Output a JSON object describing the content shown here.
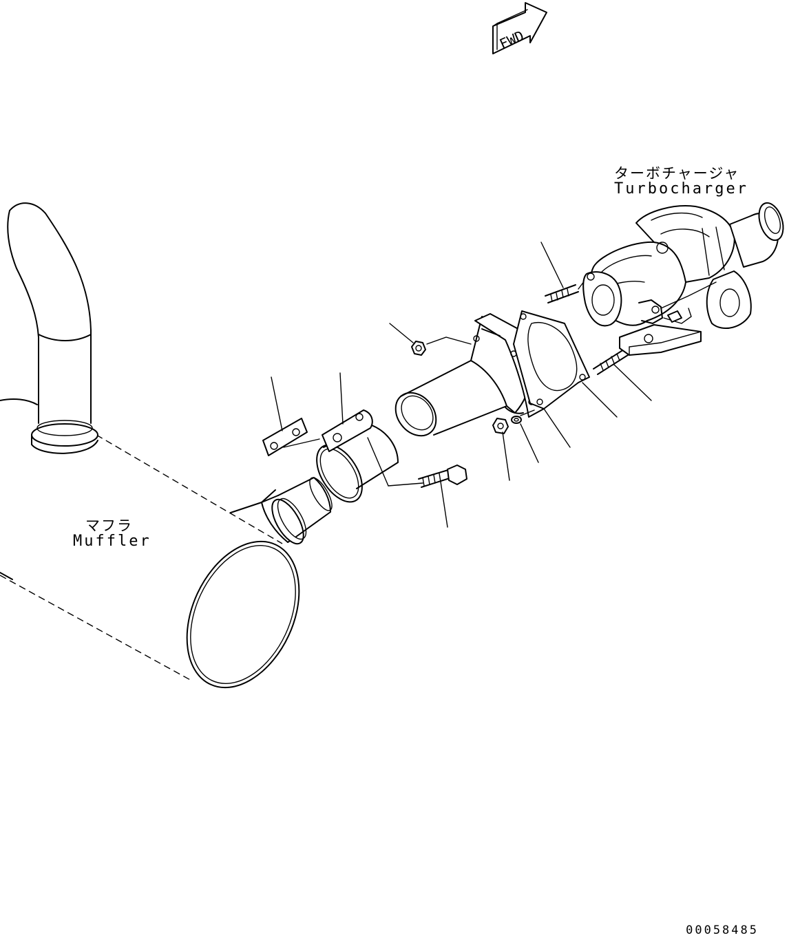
{
  "labels": {
    "fwd": "FWD",
    "turbocharger_jp": "ターボチャージャ",
    "turbocharger_en": "Turbocharger",
    "muffler_jp": "マフラ",
    "muffler_en": "Muffler"
  },
  "drawing_number": "00058485"
}
